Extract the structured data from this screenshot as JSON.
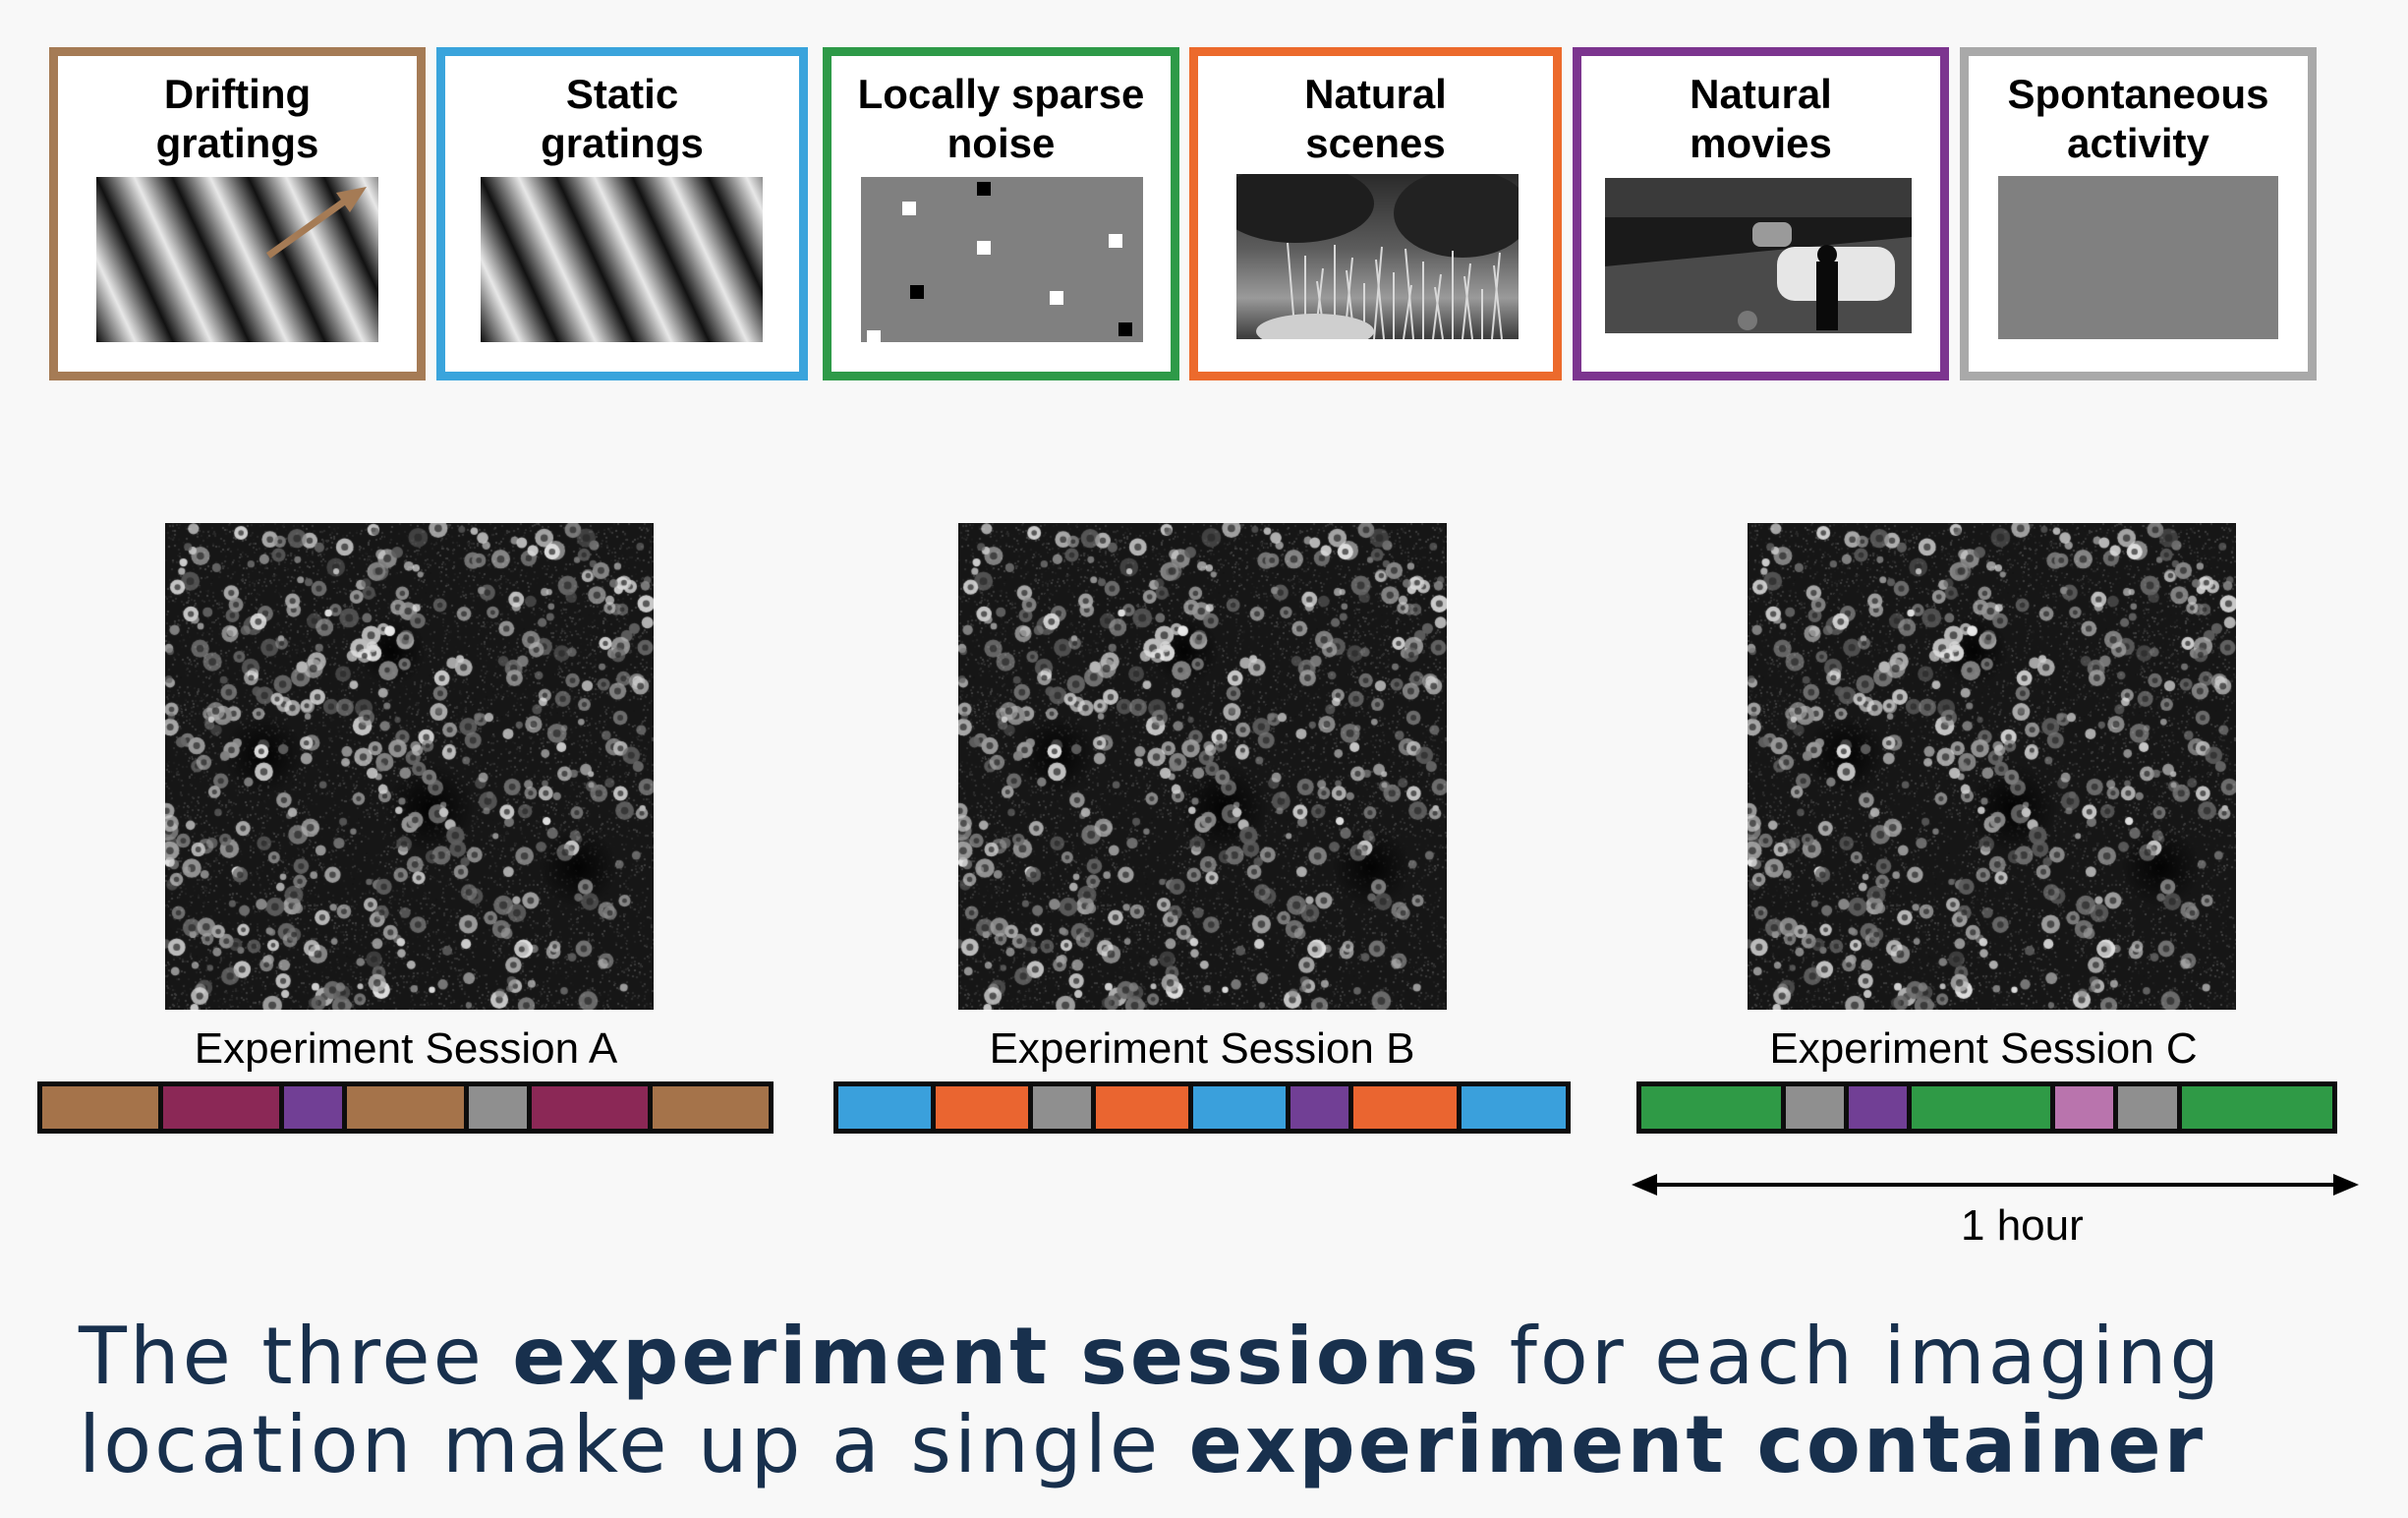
{
  "stimuli": [
    {
      "id": "drifting-gratings",
      "label": "Drifting\ngratings",
      "color": "#a57b55",
      "pattern": "gratings-arrow"
    },
    {
      "id": "static-gratings",
      "label": "Static\ngratings",
      "color": "#3aa4dc",
      "pattern": "gratings"
    },
    {
      "id": "locally-sparse-noise",
      "label": "Locally sparse\nnoise",
      "color": "#2e9a48",
      "pattern": "sparse-noise"
    },
    {
      "id": "natural-scenes",
      "label": "Natural\nscenes",
      "color": "#ec6a2c",
      "pattern": "natural-scene"
    },
    {
      "id": "natural-movies",
      "label": "Natural\nmovies",
      "color": "#7c358f",
      "pattern": "movie-frame"
    },
    {
      "id": "spontaneous-activity",
      "label": "Spontaneous\nactivity",
      "color": "#a9a9a9",
      "pattern": "gray-field"
    }
  ],
  "sessions": [
    {
      "label": "Experiment Session A",
      "segments": [
        {
          "color": "#a5734a",
          "weight": 10
        },
        {
          "color": "#8b2856",
          "weight": 10
        },
        {
          "color": "#713f95",
          "weight": 5
        },
        {
          "color": "#a5734a",
          "weight": 10
        },
        {
          "color": "#8f8f8f",
          "weight": 5
        },
        {
          "color": "#8b2856",
          "weight": 10
        },
        {
          "color": "#a5734a",
          "weight": 10
        }
      ]
    },
    {
      "label": "Experiment Session B",
      "segments": [
        {
          "color": "#3aa0dc",
          "weight": 8
        },
        {
          "color": "#ea6530",
          "weight": 8
        },
        {
          "color": "#8f8f8f",
          "weight": 5
        },
        {
          "color": "#ea6530",
          "weight": 8
        },
        {
          "color": "#3aa0dc",
          "weight": 8
        },
        {
          "color": "#713f95",
          "weight": 5
        },
        {
          "color": "#ea6530",
          "weight": 9
        },
        {
          "color": "#3aa0dc",
          "weight": 9
        }
      ]
    },
    {
      "label": "Experiment Session C",
      "segments": [
        {
          "color": "#2f9a46",
          "weight": 12
        },
        {
          "color": "#8f8f8f",
          "weight": 5
        },
        {
          "color": "#713f95",
          "weight": 5
        },
        {
          "color": "#2f9a46",
          "weight": 12
        },
        {
          "color": "#b974ad",
          "weight": 5
        },
        {
          "color": "#8f8f8f",
          "weight": 5
        },
        {
          "color": "#2f9a46",
          "weight": 13
        }
      ]
    }
  ],
  "scale": {
    "label": "1 hour"
  },
  "caption": {
    "part1": "The three ",
    "bold1": "experiment sessions",
    "part2": " for each imaging",
    "part3": "location make up a single ",
    "bold2": "experiment container"
  }
}
